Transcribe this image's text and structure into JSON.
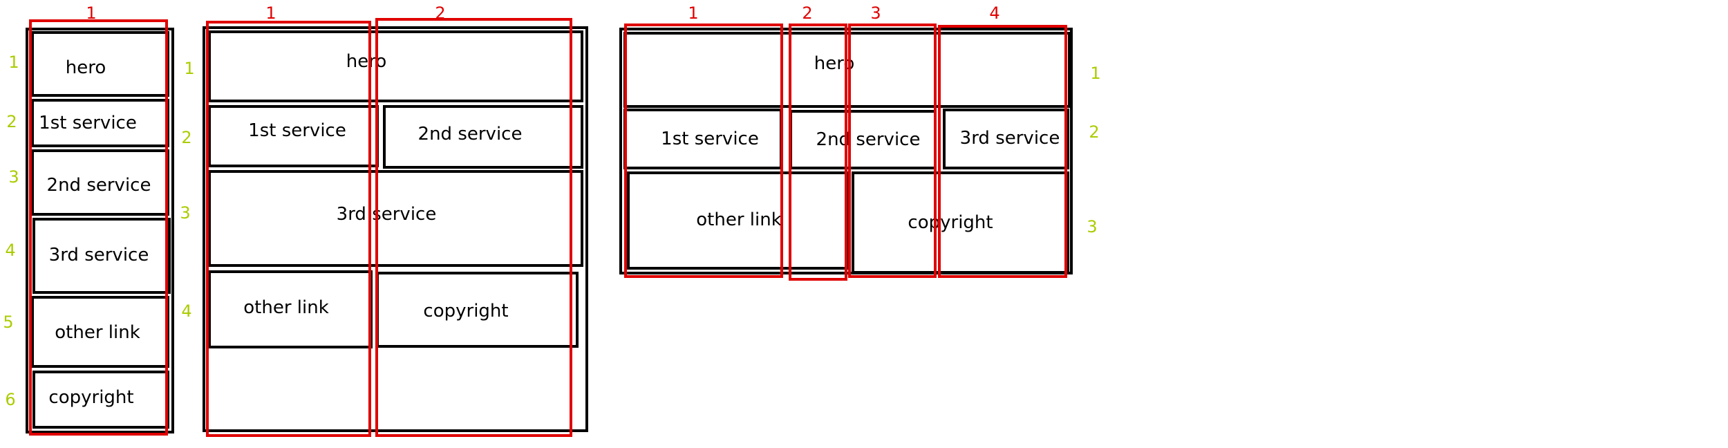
{
  "diagrams": [
    {
      "name": "one-column-layout",
      "cells": [
        "hero",
        "1st service",
        "2nd service",
        "3rd service",
        "other link",
        "copyright"
      ],
      "column_numbers": [
        "1"
      ],
      "row_numbers": [
        "1",
        "2",
        "3",
        "4",
        "5",
        "6"
      ]
    },
    {
      "name": "two-column-layout",
      "cells": [
        "hero",
        "1st service",
        "2nd service",
        "3rd service",
        "other link",
        "copyright"
      ],
      "column_numbers": [
        "1",
        "2"
      ],
      "row_numbers": [
        "1",
        "2",
        "3",
        "4"
      ]
    },
    {
      "name": "four-column-layout",
      "cells": [
        "hero",
        "1st service",
        "2nd service",
        "3rd service",
        "other link",
        "copyright"
      ],
      "column_numbers": [
        "1",
        "2",
        "3",
        "4"
      ],
      "row_numbers": [
        "1",
        "2",
        "3"
      ]
    }
  ],
  "colors": {
    "cell_border": "#000000",
    "column_marker": "#e00000",
    "row_number": "#aacc00"
  }
}
